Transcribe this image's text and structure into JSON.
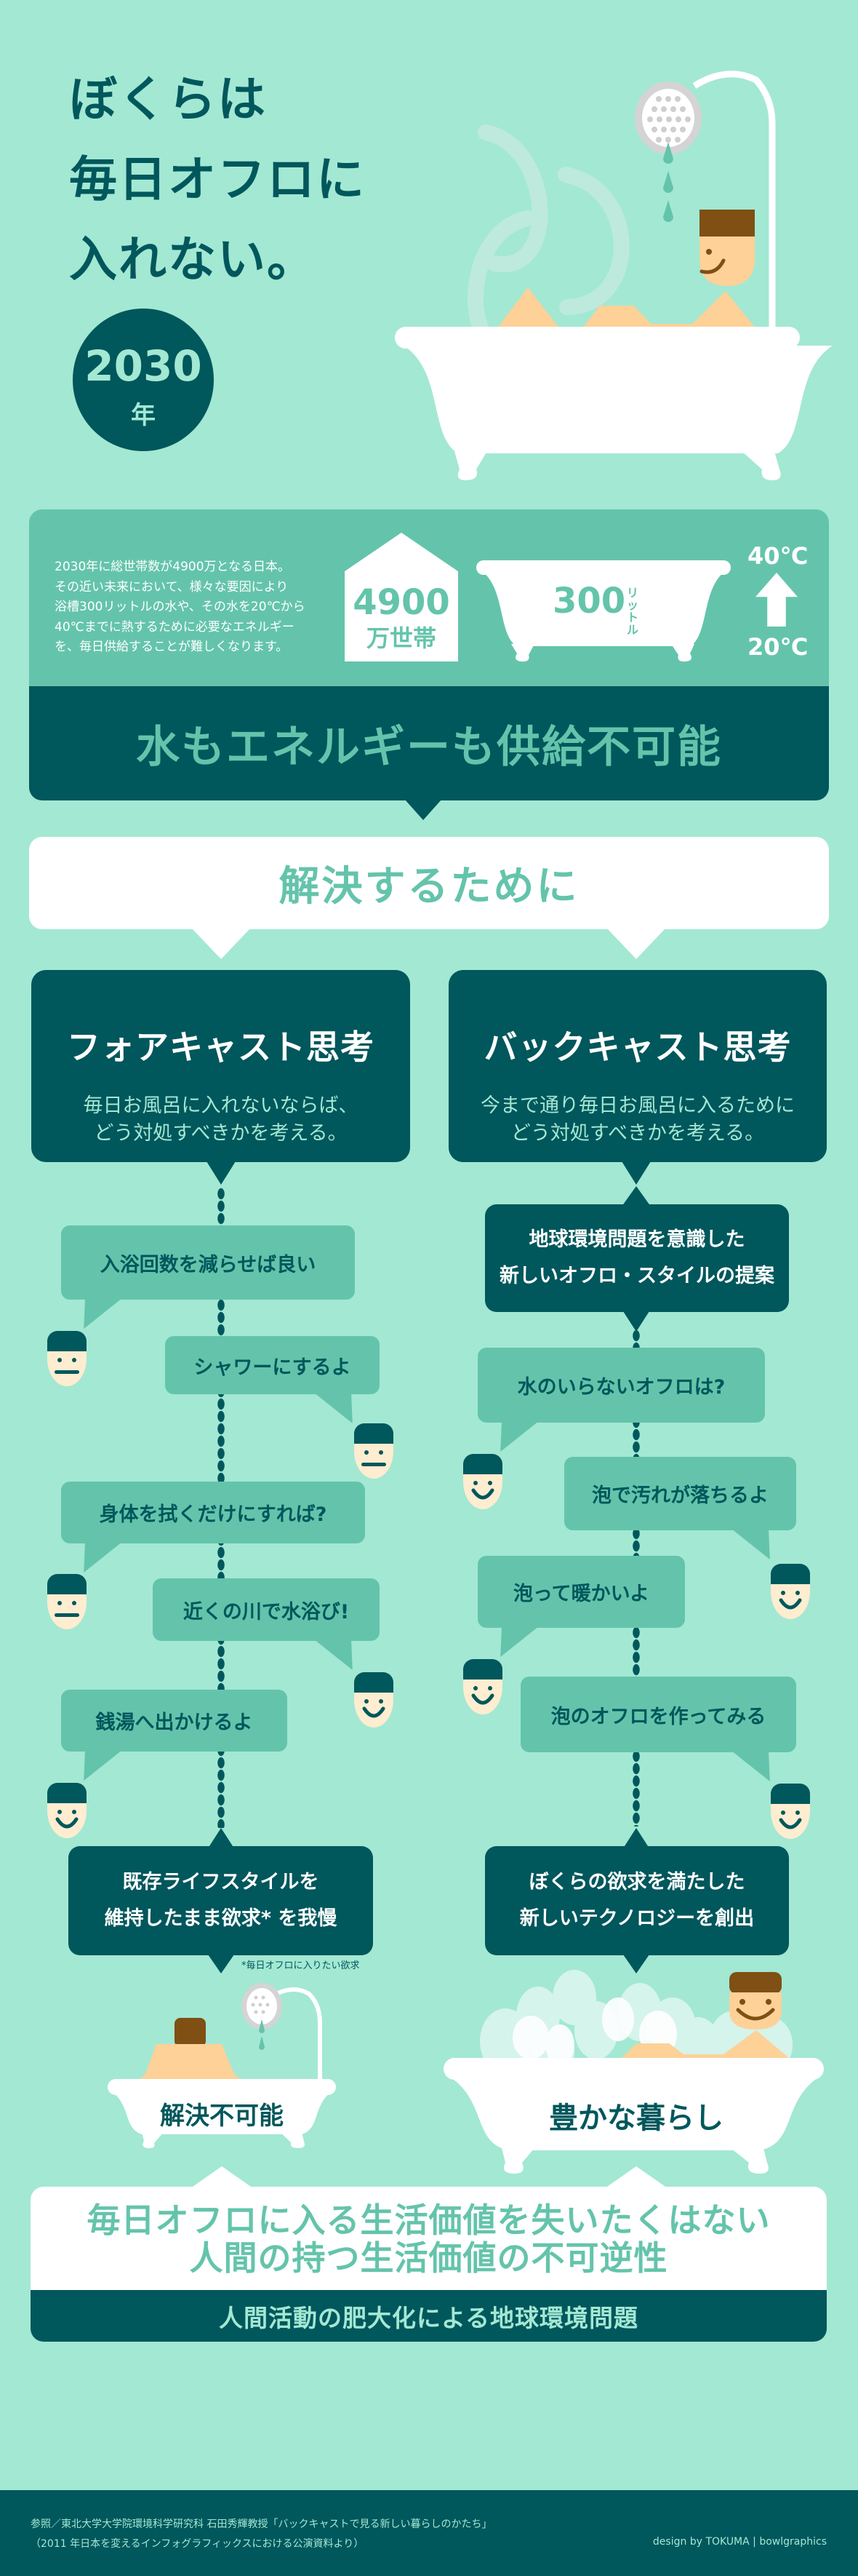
{
  "hero": {
    "title_lines": [
      "ぼくらは",
      "毎日オフロに",
      "入れない。"
    ],
    "year": "2030",
    "year_unit": "年"
  },
  "info": {
    "paragraph_lines": [
      "2030年に総世帯数が4900万となる日本。",
      "その近い未来において、様々な要因により",
      "浴槽300リットルの水や、その水を20℃から",
      "40℃までに熱するために必要なエネルギー",
      "を、毎日供給することが難しくなります。"
    ],
    "households_value": "4900",
    "households_unit": "万世帯",
    "bath_volume": "300",
    "bath_unit": "リットル",
    "temp_high": "40℃",
    "temp_low": "20℃",
    "conclusion": "水もエネルギーも供給不可能"
  },
  "solve_heading": "解決するために",
  "forecast": {
    "title": "フォアキャスト思考",
    "desc_lines": [
      "毎日お風呂に入れないならば、",
      "どう対処すべきかを考える。"
    ],
    "bubbles": [
      "入浴回数を減らせば良い",
      "シャワーにするよ",
      "身体を拭くだけにすれば?",
      "近くの川で水浴び!",
      "銭湯へ出かけるよ"
    ],
    "result_lines": [
      "既存ライフスタイルを",
      "維持したまま欲求* を我慢"
    ],
    "footnote": "*毎日オフロに入りたい欲求",
    "outcome": "解決不可能"
  },
  "backcast": {
    "title": "バックキャスト思考",
    "desc_lines": [
      "今まで通り毎日お風呂に入るために",
      "どう対処すべきかを考える。"
    ],
    "proposal_lines": [
      "地球環境問題を意識した",
      "新しいオフロ・スタイルの提案"
    ],
    "bubbles": [
      "水のいらないオフロは?",
      "泡で汚れが落ちるよ",
      "泡って暖かいよ",
      "泡のオフロを作ってみる"
    ],
    "result_lines": [
      "ぼくらの欲求を満たした",
      "新しいテクノロジーを創出"
    ],
    "outcome": "豊かな暮らし"
  },
  "conclusion": {
    "lines": [
      "毎日オフロに入る生活価値を失いたくはない",
      "人間の持つ生活価値の不可逆性"
    ],
    "problem": "人間活動の肥大化による地球環境問題"
  },
  "footer": {
    "reference_lines": [
      "参照／東北大学大学院環境科学研究科 石田秀輝教授「バックキャストで見る新しい暮らしのかたち」",
      "（2011 年日本を変えるインフォグラフィックスにおける公演資料より）"
    ],
    "credit": "design by TOKUMA | bowlgraphics"
  },
  "colors": {
    "background": "#a3e8d3",
    "mid": "#64c4ab",
    "dark": "#00575c",
    "skin": "#fdd197",
    "hair": "#7f4f13"
  }
}
